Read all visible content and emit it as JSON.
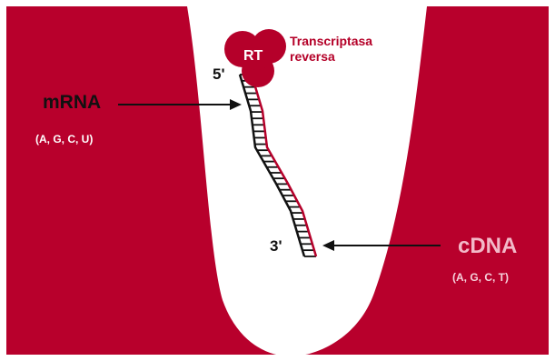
{
  "colors": {
    "background": "#b8002c",
    "tube": "#ffffff",
    "enzyme": "#b5002a",
    "mrna_strand": "#111111",
    "cdna_strand": "#b5002a",
    "arrow": "#111111"
  },
  "enzyme": {
    "abbrev": "RT",
    "name_line1": "Transcriptasa",
    "name_line2": "reversa"
  },
  "mrna": {
    "label": "mRNA",
    "bases": "(A, G, C, U)",
    "end_label": "5'"
  },
  "cdna": {
    "label": "cDNA",
    "bases": "(A, G, C, T)",
    "end_label": "3'"
  }
}
